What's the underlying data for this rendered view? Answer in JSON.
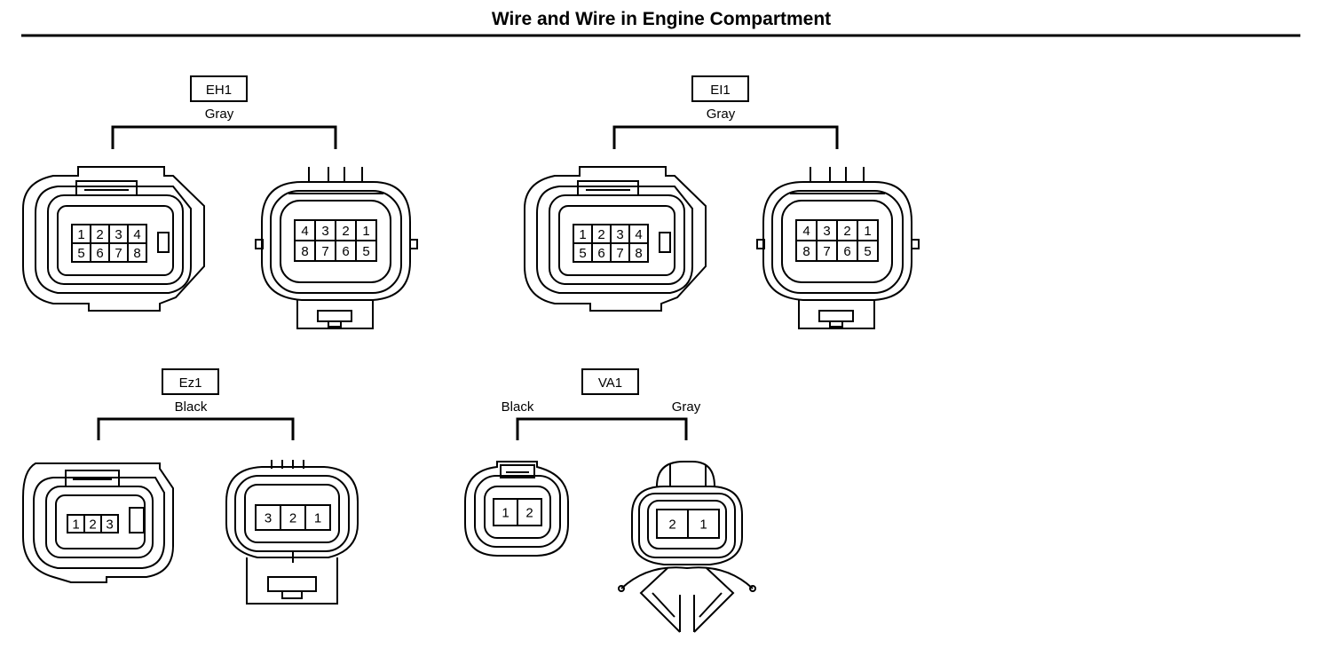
{
  "title": "Wire and Wire in Engine Compartment",
  "connectors": [
    {
      "code": "EH1",
      "colors": [
        "Gray"
      ],
      "female_pins": [
        [
          "1",
          "2",
          "3",
          "4"
        ],
        [
          "5",
          "6",
          "7",
          "8"
        ]
      ],
      "male_pins": [
        [
          "4",
          "3",
          "2",
          "1"
        ],
        [
          "8",
          "7",
          "6",
          "5"
        ]
      ]
    },
    {
      "code": "EI1",
      "colors": [
        "Gray"
      ],
      "female_pins": [
        [
          "1",
          "2",
          "3",
          "4"
        ],
        [
          "5",
          "6",
          "7",
          "8"
        ]
      ],
      "male_pins": [
        [
          "4",
          "3",
          "2",
          "1"
        ],
        [
          "8",
          "7",
          "6",
          "5"
        ]
      ]
    },
    {
      "code": "Ez1",
      "colors": [
        "Black"
      ],
      "female_pins": [
        [
          "1",
          "2",
          "3"
        ]
      ],
      "male_pins": [
        [
          "3",
          "2",
          "1"
        ]
      ]
    },
    {
      "code": "VA1",
      "colors": [
        "Black",
        "Gray"
      ],
      "female_pins": [
        [
          "1",
          "2"
        ]
      ],
      "male_pins": [
        [
          "2",
          "1"
        ]
      ]
    }
  ]
}
